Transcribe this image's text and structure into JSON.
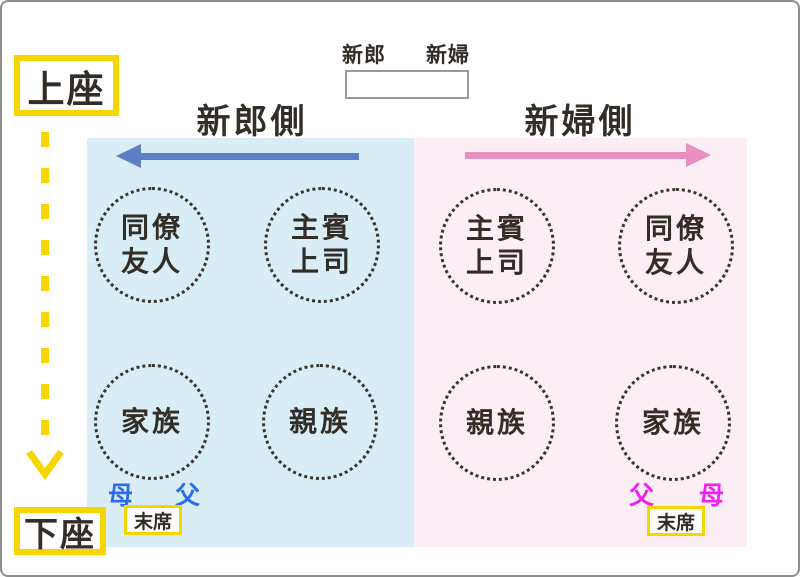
{
  "diagram": {
    "upper_seat_label": "上座",
    "lower_seat_label": "下座",
    "head_table": {
      "groom_label": "新郎",
      "bride_label": "新婦"
    },
    "groom_side": {
      "heading": "新郎側",
      "arrow_direction": "left",
      "tables": [
        {
          "line1": "同僚",
          "line2": "友人"
        },
        {
          "line1": "主賓",
          "line2": "上司"
        },
        {
          "line1": "家族",
          "line2": ""
        },
        {
          "line1": "親族",
          "line2": ""
        }
      ],
      "parents": {
        "left": "母",
        "right": "父"
      },
      "last_seat_label": "末席"
    },
    "bride_side": {
      "heading": "新婦側",
      "arrow_direction": "right",
      "tables": [
        {
          "line1": "主賓",
          "line2": "上司"
        },
        {
          "line1": "同僚",
          "line2": "友人"
        },
        {
          "line1": "親族",
          "line2": ""
        },
        {
          "line1": "家族",
          "line2": ""
        }
      ],
      "parents": {
        "left": "父",
        "right": "母"
      },
      "last_seat_label": "末席"
    },
    "colors": {
      "groom_panel": "#D9EDF6",
      "bride_panel": "#FBEEF4",
      "groom_arrow": "#5C7FC5",
      "bride_arrow": "#E78FC1",
      "highlight_yellow": "#F7D600",
      "groom_parent_text": "#2D6BEE",
      "bride_parent_text": "#EE22EE",
      "text": "#332D28"
    }
  }
}
